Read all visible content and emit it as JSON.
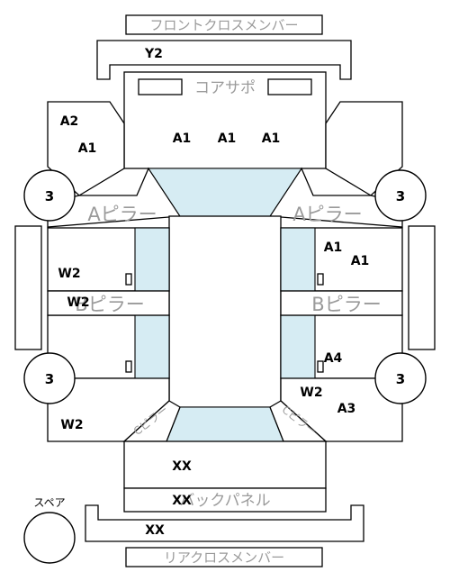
{
  "labels": {
    "front_cross_member": "フロントクロスメンバー",
    "core_support": "コアサポ",
    "a_pillar": "Aピラー",
    "b_pillar": "Bピラー",
    "c_pillar": "Cピラー",
    "back_panel": "バックパネル",
    "rear_cross_member": "リアクロスメンバー",
    "spare": "スペア"
  },
  "wheels": {
    "front_left": "3",
    "front_right": "3",
    "rear_left": "3",
    "rear_right": "3"
  },
  "damage": {
    "y2": "Y2",
    "a2_front_left": "A2",
    "a1_front_left": "A1",
    "a1_hood_1": "A1",
    "a1_hood_2": "A1",
    "a1_hood_3": "A1",
    "a1_right_door_1": "A1",
    "a1_right_door_2": "A1",
    "w2_left_front_door": "W2",
    "w2_left_b_pillar": "W2",
    "a4_right_rear_door": "A4",
    "w2_right_rear": "W2",
    "a3_right_rear": "A3",
    "w2_left_rear": "W2",
    "xx_trunk": "XX",
    "xx_back_panel": "XX",
    "xx_rear_bumper": "XX"
  }
}
